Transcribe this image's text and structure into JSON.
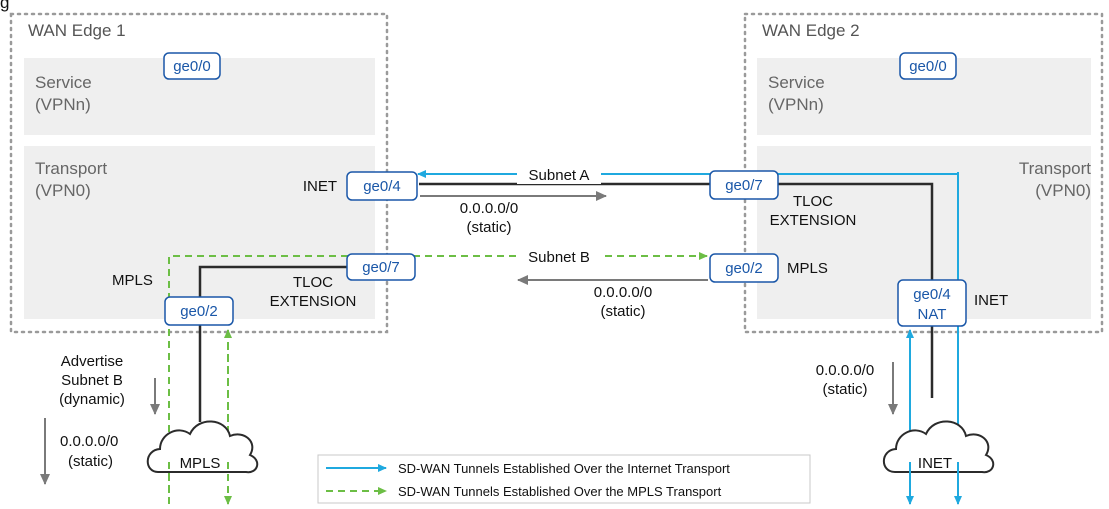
{
  "header": {
    "caption_fragment": "g"
  },
  "edges": {
    "edge1": {
      "title": "WAN Edge 1",
      "service": [
        "Service",
        "(VPNn)"
      ],
      "transport": [
        "Transport",
        "(VPN0)"
      ]
    },
    "edge2": {
      "title": "WAN Edge 2",
      "service": [
        "Service",
        "(VPNn)"
      ],
      "transport": [
        "Transport",
        "(VPN0)"
      ]
    }
  },
  "ports": {
    "e1_service": "ge0/0",
    "e1_inet": "ge0/4",
    "e1_tloc": "ge0/7",
    "e1_mpls": "ge0/2",
    "e2_service": "ge0/0",
    "e2_tloc": "ge0/7",
    "e2_mpls": "ge0/2",
    "e2_inet": [
      "ge0/4",
      "NAT"
    ]
  },
  "labels": {
    "inet_left": "INET",
    "mpls_left": "MPLS",
    "tloc_left": [
      "TLOC",
      "EXTENSION"
    ],
    "tloc_right": [
      "TLOC",
      "EXTENSION"
    ],
    "mpls_right": "MPLS",
    "inet_right": "INET",
    "subnet_a": "Subnet A",
    "subnet_b": "Subnet B",
    "route_mid_top": [
      "0.0.0.0/0",
      "(static)"
    ],
    "route_mid_bottom": [
      "0.0.0.0/0",
      "(static)"
    ],
    "advertise": [
      "Advertise",
      "Subnet B",
      "(dynamic)"
    ],
    "route_left": [
      "0.0.0.0/0",
      "(static)"
    ],
    "route_right": [
      "0.0.0.0/0",
      "(static)"
    ]
  },
  "clouds": {
    "mpls": "MPLS",
    "inet": "INET"
  },
  "legend": [
    {
      "text": "SD-WAN Tunnels Established Over the Internet Transport",
      "style": "solid",
      "color": "#1fa9df"
    },
    {
      "text": "SD-WAN Tunnels Established Over the MPLS Transport",
      "style": "dashed",
      "color": "#6cbe45"
    }
  ],
  "colors": {
    "internet": "#1fa9df",
    "mpls": "#6cbe45",
    "port": "#1a57a8",
    "zone": "#efefef",
    "arrow": "#7a7a7a"
  }
}
